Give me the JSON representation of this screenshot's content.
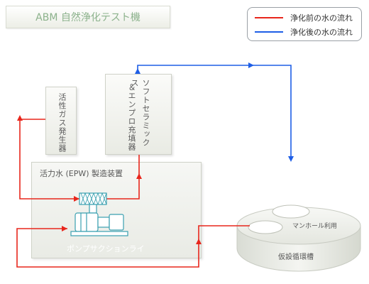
{
  "title": "ABM 自然浄化テスト機",
  "legend": {
    "before_label": "浄化前の水の流れ",
    "after_label": "浄化後の水の流れ",
    "before_color": "#e8261c",
    "after_color": "#1e5ee6"
  },
  "units": {
    "gas_generator": "活性ガス発生器",
    "soft_ceramics": "ソフトセラミックス",
    "packing": "＆エンプロ充填器",
    "epw_device": "活力水 (EPW) 製造装置",
    "pump": "ポンプサクションライ",
    "tank": "仮設循環槽",
    "manhole": "マンホール利用"
  }
}
